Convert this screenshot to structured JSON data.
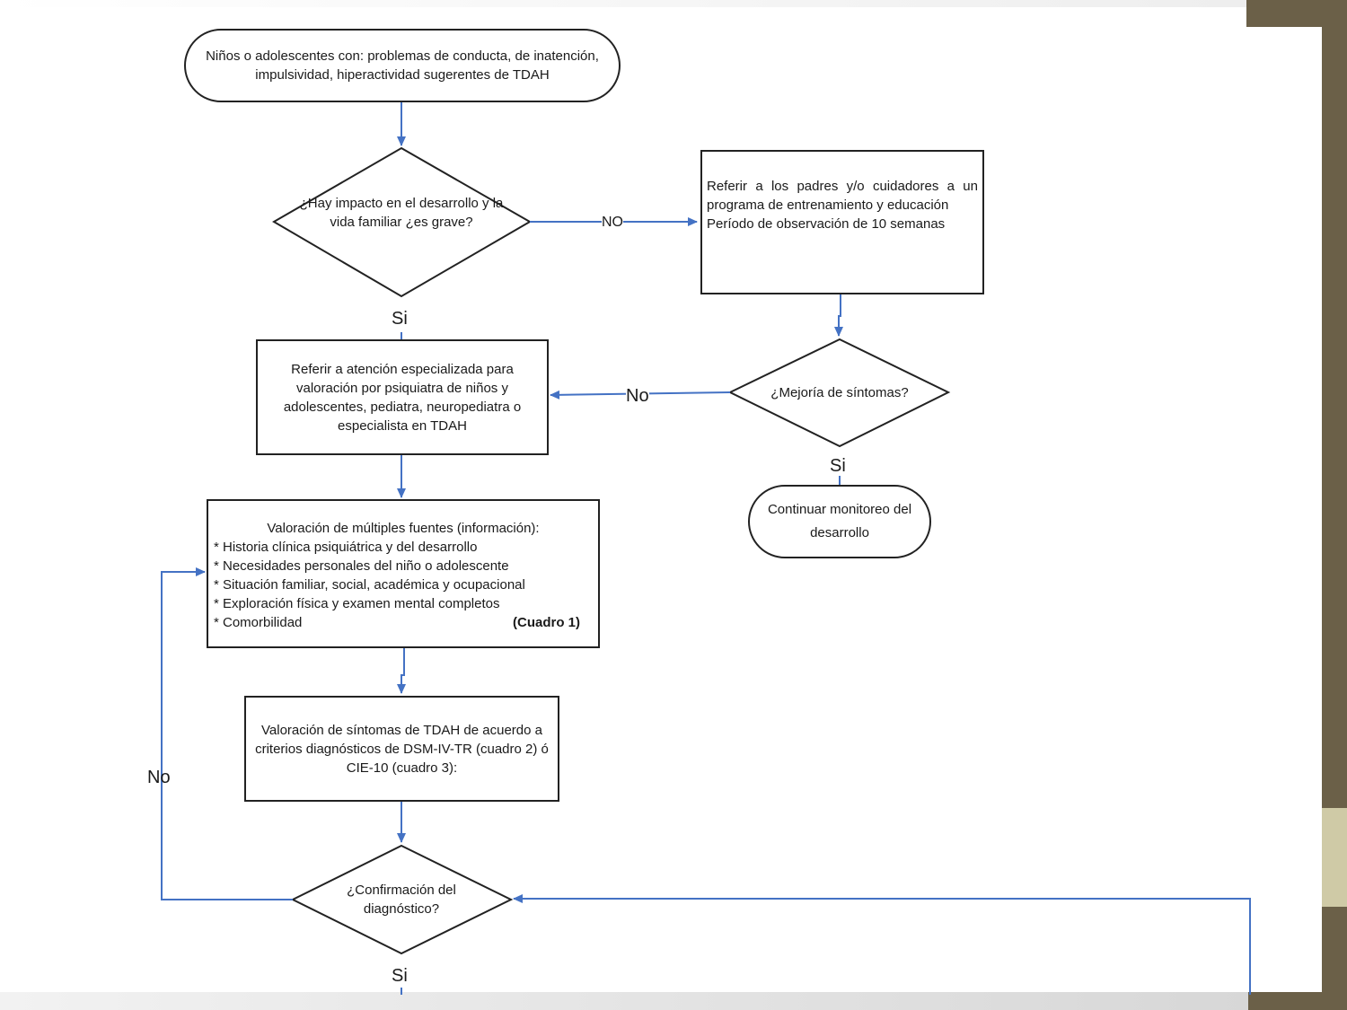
{
  "flowchart": {
    "start": "Niños o adolescentes con: problemas de  conducta, de inatención, impulsividad, hiperactividad sugerentes de TDAH",
    "decision_impact": "¿Hay impacto  en el desarrollo y la vida familiar ¿es grave?",
    "label_no_upper": "NO",
    "parent_program": {
      "line1": "Referir a los padres y/o cuidadores a un programa de entrenamiento y educación",
      "line2": "Período de observación de 10 semanas"
    },
    "label_si_1": "Si",
    "decision_improvement": "¿Mejoría de síntomas?",
    "label_no_mid": "No",
    "specialist_referral": "Referir a atención especializada para valoración por psiquiatra de niños y adolescentes, pediatra, neuropediatra o especialista en TDAH",
    "label_si_2": "Si",
    "continue_monitoring": "Continuar monitoreo del desarrollo",
    "multi_source": {
      "title": "Valoración de múltiples fuentes (información):",
      "items": [
        "* Historia clínica psiquiátrica y del desarrollo",
        "* Necesidades personales del niño o adolescente",
        "* Situación familiar, social, académica  y ocupacional",
        "* Exploración física y examen mental completos",
        "* Comorbilidad"
      ],
      "ref": "(Cuadro 1)"
    },
    "symptoms_assessment": "Valoración de síntomas de TDAH de acuerdo a criterios diagnósticos de DSM-IV-TR (cuadro 2) ó CIE-10 (cuadro 3):",
    "label_no_left": "No",
    "decision_confirmation": "¿Confirmación del diagnóstico?",
    "label_si_3": "Si"
  },
  "colors": {
    "connector": "#4472c4",
    "border": "#222222",
    "side_bar": "#6b6048",
    "side_accent": "#cfcaa6"
  }
}
